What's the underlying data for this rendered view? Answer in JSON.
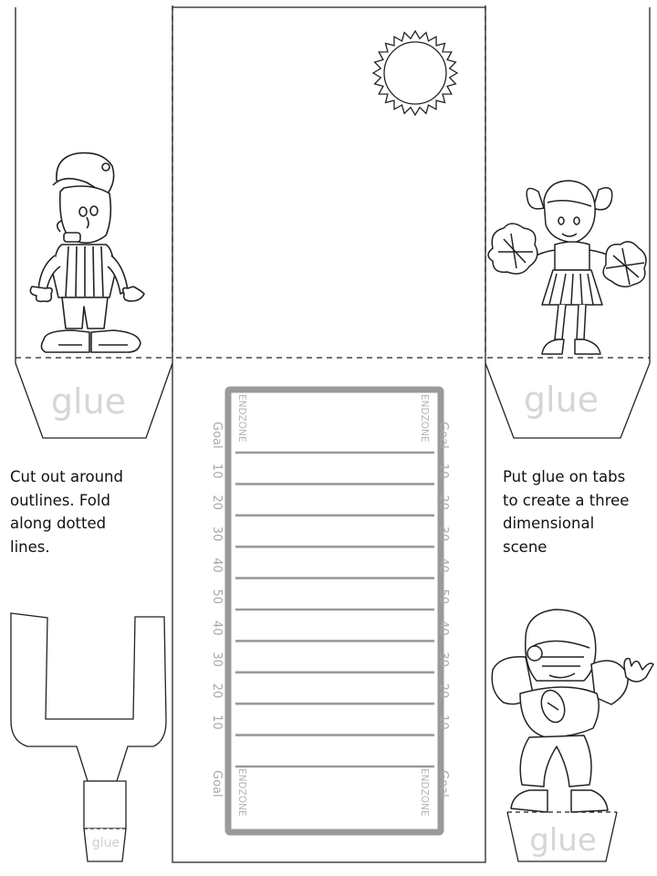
{
  "instructions": {
    "left": "Cut out around\noutlines.  Fold\nalong dotted\nlines.",
    "right": "Put glue on tabs\nto create a three\ndimensional\nscene"
  },
  "tabs": {
    "left_label": "glue",
    "right_label": "glue",
    "goalpost_label": "glue",
    "player_label": "glue"
  },
  "field": {
    "endzone_label": "ENDZONE",
    "goal_label": "Goal",
    "yard_labels": [
      "10",
      "20",
      "30",
      "40",
      "50",
      "40",
      "30",
      "20",
      "10"
    ]
  },
  "characters": {
    "left_panel": "referee-whistle",
    "right_panel": "cheerleader-pompoms",
    "bottom_right": "football-player",
    "top_center": "sun"
  },
  "colors": {
    "line": "#222222",
    "field_border": "#9a9a9a",
    "glue_text": "#d6d6d6"
  }
}
